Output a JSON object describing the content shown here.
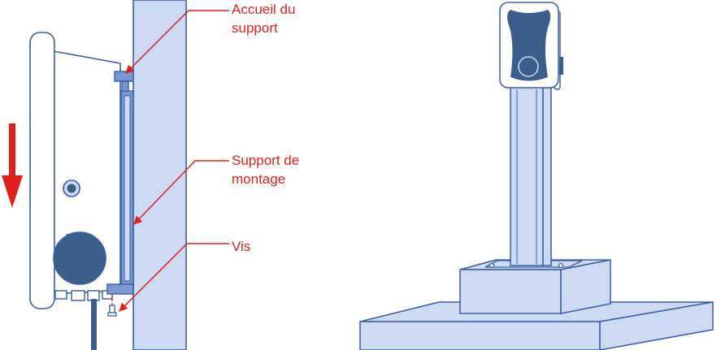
{
  "labels": {
    "accueil": [
      "Accueil du",
      "support"
    ],
    "support": [
      "Support de",
      "montage"
    ],
    "vis": [
      "Vis"
    ]
  },
  "colors": {
    "line": "#3a5da8",
    "fill_light": "#ccdaf3",
    "fill_dark": "#3b5f8a",
    "arrow": "#e0201a",
    "callout_text": "#e0201a"
  }
}
